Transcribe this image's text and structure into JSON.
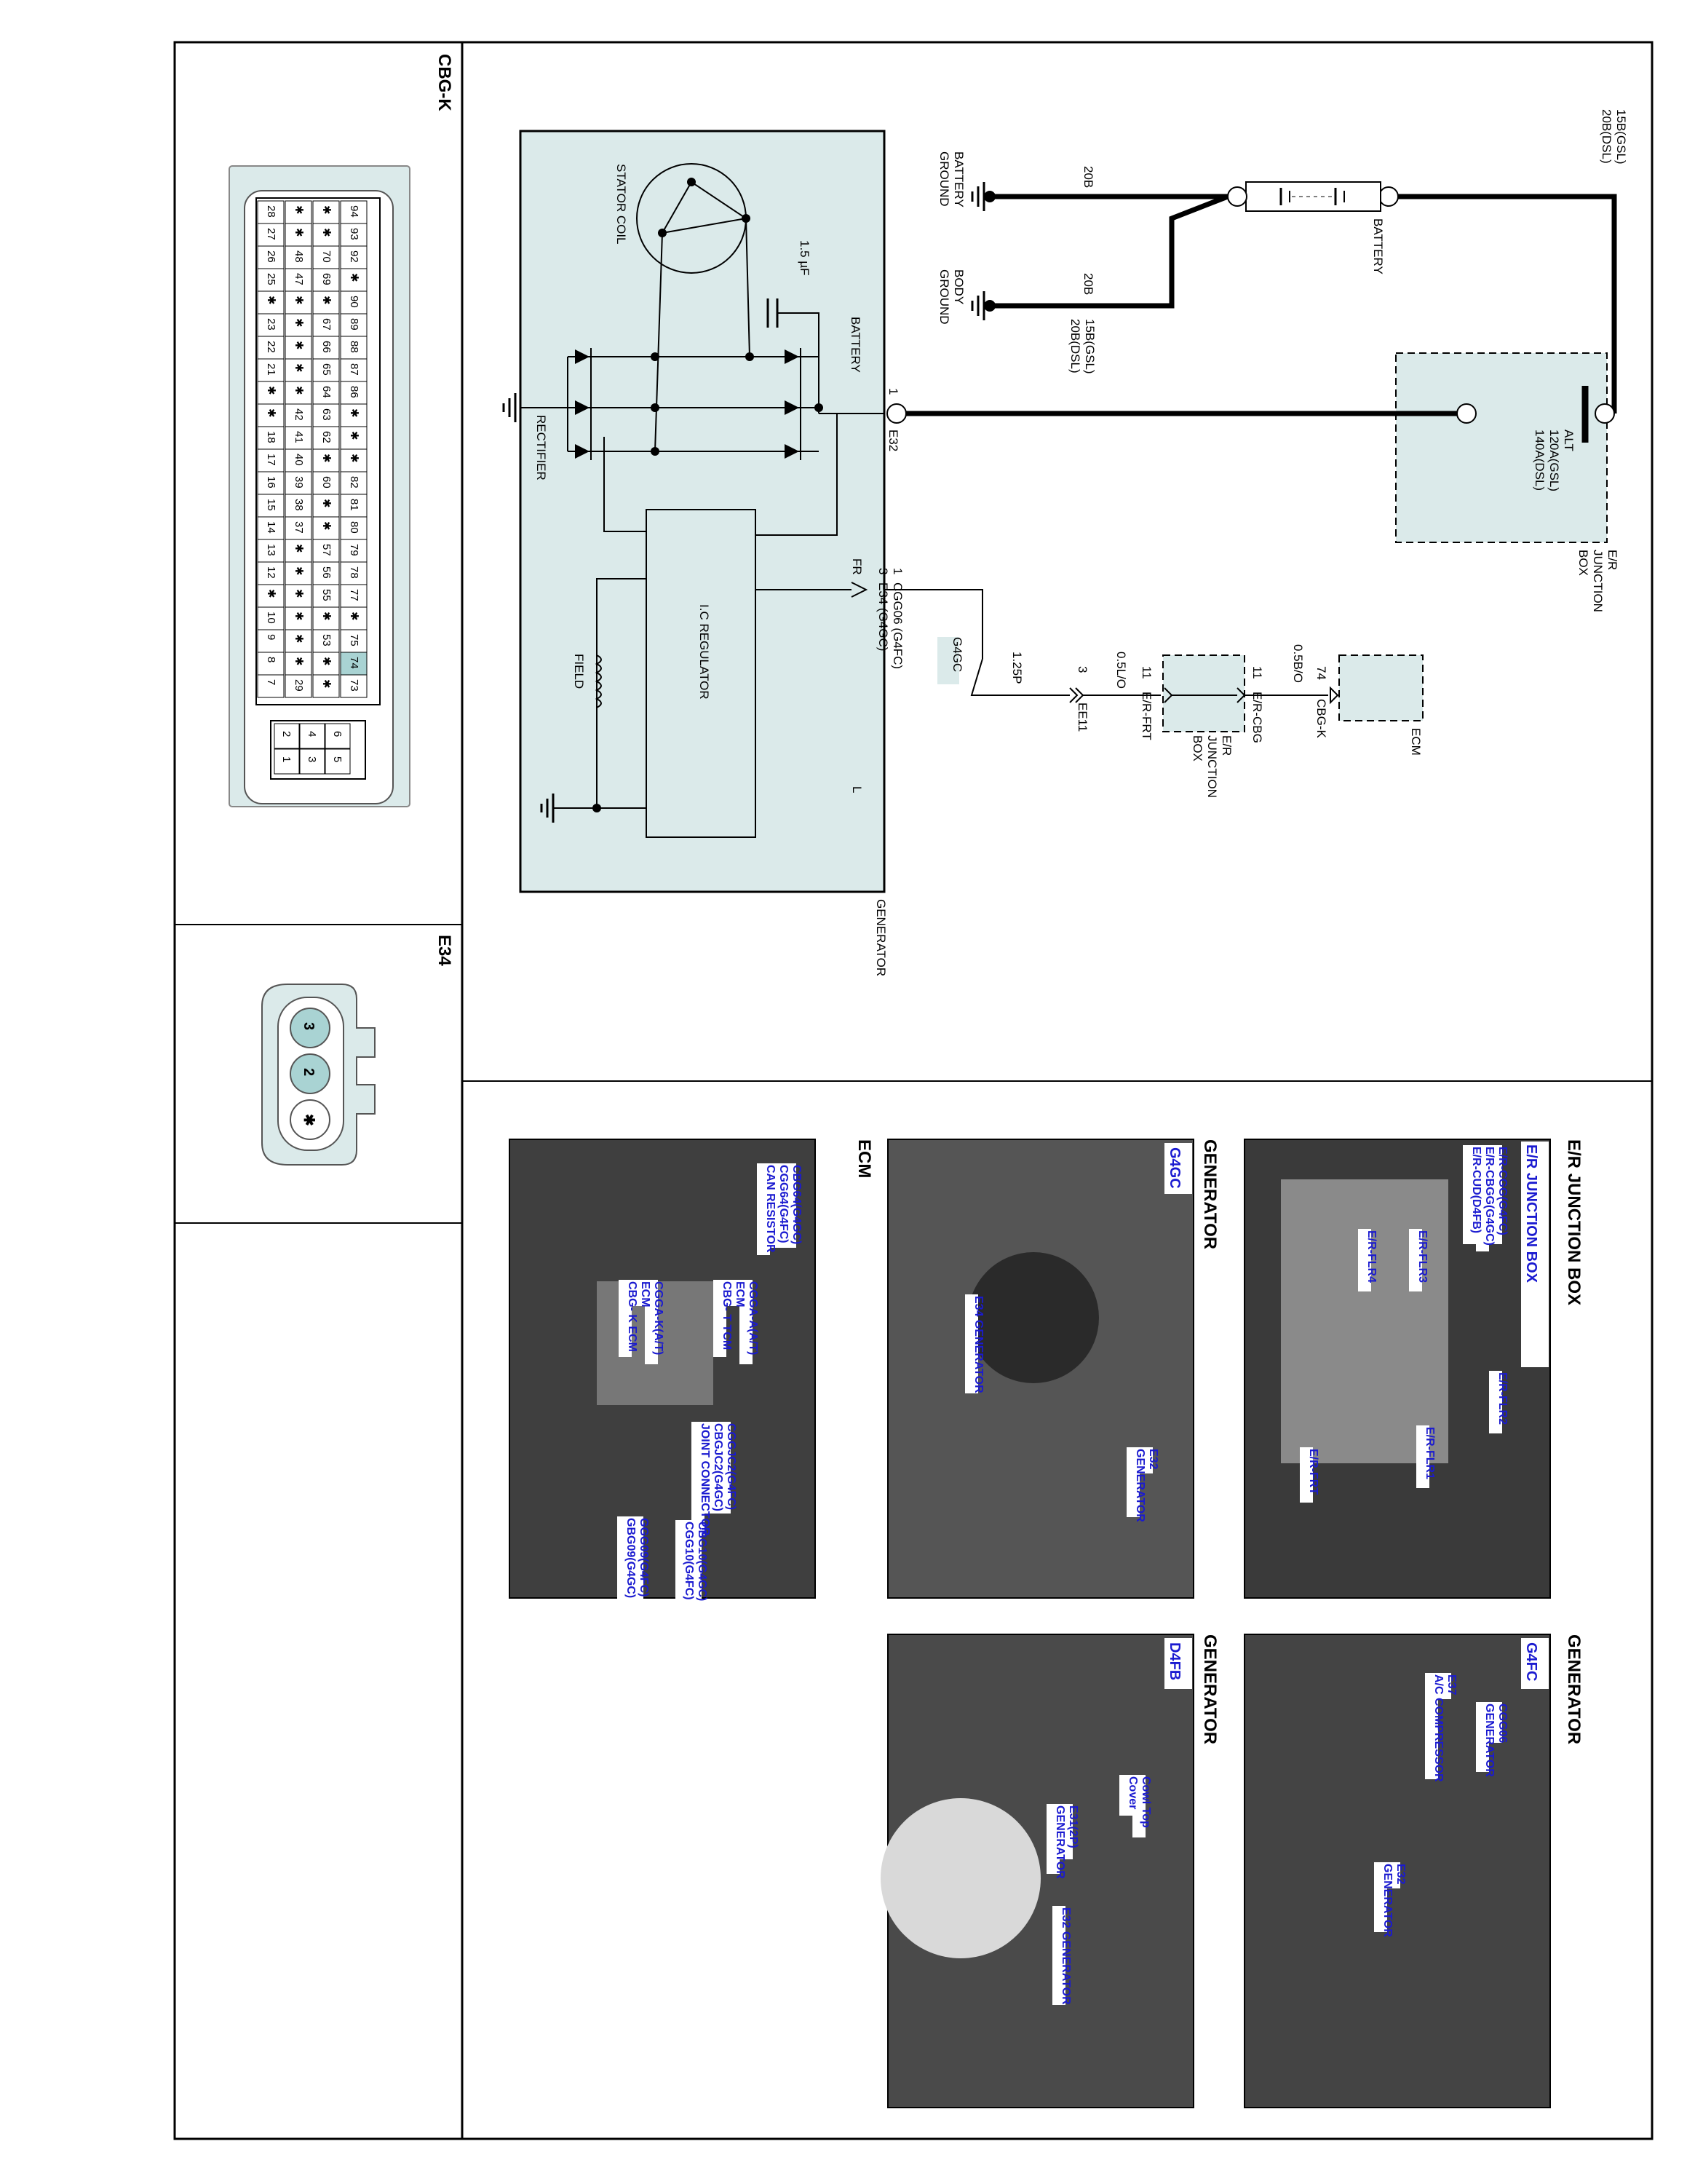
{
  "connectors": {
    "cbgk_title": "CBG-K",
    "e34_title": "E34",
    "cbgk_top_row": [
      "94",
      "93",
      "92",
      "✱",
      "90",
      "89",
      "88",
      "87",
      "86",
      "✱",
      "✱",
      "✱",
      "82",
      "81",
      "80",
      "79",
      "78",
      "77",
      "✱",
      "75",
      "74",
      "73"
    ],
    "cbgk_row2": [
      "✱",
      "✱",
      "70",
      "69",
      "✱",
      "67",
      "66",
      "65",
      "64",
      "63",
      "62",
      "✱",
      "60",
      "✱",
      "✱",
      "57",
      "56",
      "55",
      "✱",
      "53",
      "✱",
      "✱"
    ],
    "cbgk_row3": [
      "✱",
      "✱",
      "48",
      "47",
      "✱",
      "✱",
      "✱",
      "✱",
      "✱",
      "42",
      "41",
      "40",
      "39",
      "38",
      "37",
      "✱",
      "✱",
      "✱",
      "✱",
      "✱",
      "✱",
      "29"
    ],
    "cbgk_bottom_row": [
      "28",
      "27",
      "26",
      "25",
      "✱",
      "23",
      "22",
      "21",
      "✱",
      "✱",
      "18",
      "17",
      "16",
      "15",
      "14",
      "13",
      "12",
      "✱",
      "10",
      "9",
      "8",
      "7"
    ],
    "cbgk_small_block": [
      "6",
      "5",
      "4",
      "3",
      "2",
      "1"
    ],
    "e34_pins": [
      "3",
      "2",
      "✱"
    ]
  },
  "schematic": {
    "labels": {
      "wire_15b_gsl": "15B(GSL)",
      "wire_20b_dsl": "20B(DSL)",
      "battery": "BATTERY",
      "battery_ground": "BATTERY GROUND",
      "body_ground": "BODY GROUND",
      "wire_20b_a": "20B",
      "wire_20b_b": "20B",
      "wire_15b_gsl_2": "15B(GSL)",
      "wire_20b_dsl_2": "20B(DSL)",
      "junction_box": "E/R JUNCTION BOX",
      "alt_fuse": "ALT",
      "alt_fuse_gsl": "120A(GSL)",
      "alt_fuse_dsl": "140A(DSL)",
      "pin_1": "1",
      "e32": "E32",
      "stator_coil": "STATOR COIL",
      "cap": "1.5 µF",
      "battery_term": "BATTERY",
      "rectifier": "RECTIFIER",
      "regulator": "I.C REGULATOR",
      "field": "FIELD",
      "fr": "FR",
      "l": "L",
      "generator": "GENERATOR",
      "conn_pin_1": "1",
      "conn_pin_3": "3",
      "conn_cgg06": "CGG06 (G4FC)",
      "conn_e34": "E34 (G4GC)",
      "g4gc_tag": "G4GC",
      "wire_125p": "1.25P",
      "wire_05lo": "0.5L/O",
      "wire_05bo": "0.5B/O",
      "ee11_pin": "3",
      "ee11": "EE11",
      "ercbg_pin": "11",
      "ercbg": "E/R-CBG",
      "erfrt_pin": "11",
      "erfrt": "E/R-FRT",
      "er_jbox2": "E/R JUNCTION BOX",
      "cbgk_pin": "74",
      "cbgk": "CBG-K",
      "ecm": "ECM"
    }
  },
  "photos": {
    "erjb": {
      "title": "E/R JUNCTION BOX",
      "tag": "E/R JUNCTION BOX",
      "callouts": [
        "E/R-CGG(G4FC)",
        "E/R-CBGG(G4GC)",
        "E/R-CUD(D4FB)",
        "E/R-FLR2",
        "E/R-FLR3",
        "E/R-FLR4",
        "E/R-FLR1",
        "E/R-FRT"
      ]
    },
    "gen_g4fc": {
      "title": "GENERATOR",
      "tag": "G4FC",
      "callouts": [
        "CGG06",
        "GENERATOR",
        "E37",
        "A/C COMPRESSOR",
        "E32",
        "GENERATOR"
      ]
    },
    "gen_g4gc": {
      "title": "GENERATOR",
      "tag": "G4GC",
      "callouts": [
        "E34 GENERATOR",
        "E32",
        "GENERATOR"
      ]
    },
    "gen_d4fb": {
      "title": "GENERATOR",
      "tag": "D4FB",
      "callouts": [
        "Cowl Top",
        "Cover",
        "E31(2P)",
        "GENERATOR",
        "E32 GENERATOR"
      ]
    },
    "ecm": {
      "title": "ECM",
      "callouts": [
        "CBG64(G4GC)",
        "CGG64(G4FC)",
        "CAN RESISTOR",
        "CGGA-A(A/T)",
        "ECM",
        "CBG- T TCM",
        "CGGJC2(G4FC)",
        "CBGJC2(G4GC)",
        "JOINT CONNECTOR",
        "CGGA-K(A/T)",
        "ECM",
        "CBG- K ECM",
        "CBG10(G4GC)",
        "CGG10(G4FC)",
        "GGG09(G4FC)",
        "GBG09(G4GC)"
      ]
    }
  }
}
